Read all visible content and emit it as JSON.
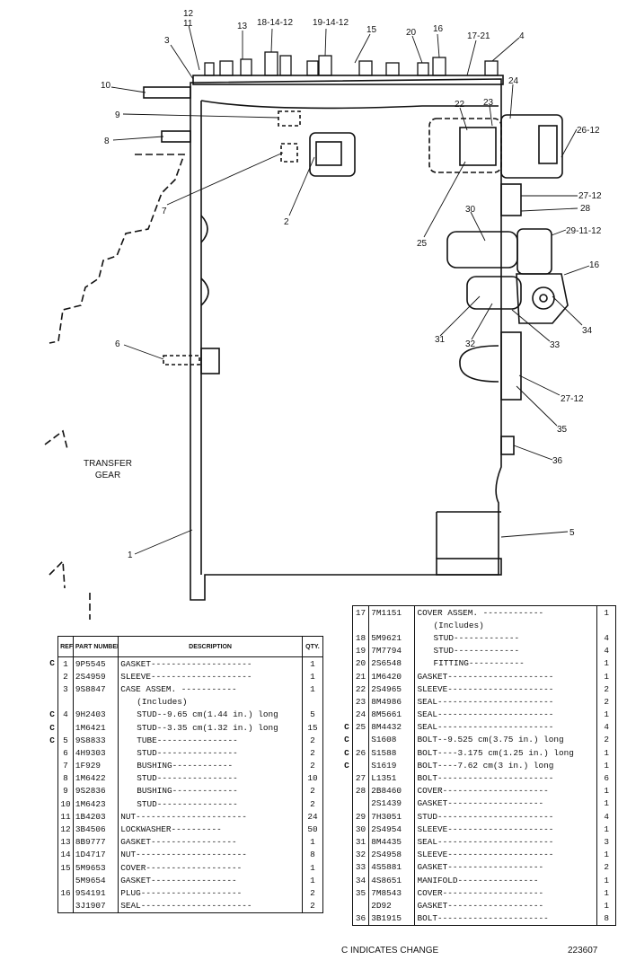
{
  "captions": {
    "transfer_gear": [
      "TRANSFER",
      "GEAR"
    ]
  },
  "callouts": [
    "12",
    "11",
    "3",
    "13",
    "18-14-12",
    "19-14-12",
    "15",
    "20",
    "16",
    "17-21",
    "4",
    "10",
    "9",
    "8",
    "7",
    "2",
    "22",
    "23",
    "24",
    "26-12",
    "27-12",
    "28",
    "25",
    "30",
    "29-11-12",
    "16",
    "34",
    "31",
    "32",
    "33",
    "6",
    "27-12",
    "35",
    "36",
    "5",
    "1"
  ],
  "table_headers": {
    "ref": "REF. NO.",
    "part": "PART NUMBER",
    "desc": "DESCRIPTION",
    "qty": "QTY."
  },
  "left_rows": [
    {
      "mark": "C",
      "ref": "1",
      "part": "9P5545",
      "desc": "GASKET--------------------",
      "qty": "1",
      "ind": 0
    },
    {
      "mark": "",
      "ref": "2",
      "part": "2S4959",
      "desc": "SLEEVE--------------------",
      "qty": "1",
      "ind": 0
    },
    {
      "mark": "",
      "ref": "3",
      "part": "9S8847",
      "desc": "CASE ASSEM. -----------",
      "qty": "1",
      "ind": 0
    },
    {
      "mark": "",
      "ref": "",
      "part": "",
      "desc": "(Includes)",
      "qty": "",
      "ind": 1
    },
    {
      "mark": "C",
      "ref": "4",
      "part": "9H2403",
      "desc": "STUD--9.65 cm(1.44 in.) long",
      "qty": "5",
      "ind": 1
    },
    {
      "mark": "C",
      "ref": "",
      "part": "1M6421",
      "desc": "STUD--3.35 cm(1.32 in.) long",
      "qty": "15",
      "ind": 1
    },
    {
      "mark": "C",
      "ref": "5",
      "part": "9S8833",
      "desc": "TUBE----------------",
      "qty": "2",
      "ind": 1
    },
    {
      "mark": "",
      "ref": "6",
      "part": "4H9303",
      "desc": "STUD----------------",
      "qty": "2",
      "ind": 1
    },
    {
      "mark": "",
      "ref": "7",
      "part": "1F929",
      "desc": "BUSHING------------",
      "qty": "2",
      "ind": 1
    },
    {
      "mark": "",
      "ref": "8",
      "part": "1M6422",
      "desc": "STUD----------------",
      "qty": "10",
      "ind": 1
    },
    {
      "mark": "",
      "ref": "9",
      "part": "9S2836",
      "desc": "BUSHING-------------",
      "qty": "2",
      "ind": 1
    },
    {
      "mark": "",
      "ref": "10",
      "part": "1M6423",
      "desc": "STUD----------------",
      "qty": "2",
      "ind": 1
    },
    {
      "mark": "",
      "ref": "11",
      "part": "1B4203",
      "desc": "NUT----------------------",
      "qty": "24",
      "ind": 0
    },
    {
      "mark": "",
      "ref": "12",
      "part": "3B4506",
      "desc": "LOCKWASHER----------",
      "qty": "50",
      "ind": 0
    },
    {
      "mark": "",
      "ref": "13",
      "part": "8B9777",
      "desc": "GASKET-----------------",
      "qty": "1",
      "ind": 0
    },
    {
      "mark": "",
      "ref": "14",
      "part": "1D4717",
      "desc": "NUT----------------------",
      "qty": "8",
      "ind": 0
    },
    {
      "mark": "",
      "ref": "15",
      "part": "5M9653",
      "desc": "COVER-------------------",
      "qty": "1",
      "ind": 0
    },
    {
      "mark": "",
      "ref": "",
      "part": "5M9654",
      "desc": "GASKET-----------------",
      "qty": "1",
      "ind": 0
    },
    {
      "mark": "",
      "ref": "16",
      "part": "9S4191",
      "desc": "PLUG--------------------",
      "qty": "2",
      "ind": 0
    },
    {
      "mark": "",
      "ref": "",
      "part": "3J1907",
      "desc": "SEAL----------------------",
      "qty": "2",
      "ind": 0
    }
  ],
  "right_rows": [
    {
      "mark": "",
      "ref": "17",
      "part": "7M1151",
      "desc": "COVER ASSEM. ------------",
      "qty": "1",
      "ind": 0
    },
    {
      "mark": "",
      "ref": "",
      "part": "",
      "desc": "(Includes)",
      "qty": "",
      "ind": 1
    },
    {
      "mark": "",
      "ref": "18",
      "part": "5M9621",
      "desc": "STUD-------------",
      "qty": "4",
      "ind": 1
    },
    {
      "mark": "",
      "ref": "19",
      "part": "7M7794",
      "desc": "STUD-------------",
      "qty": "4",
      "ind": 1
    },
    {
      "mark": "",
      "ref": "20",
      "part": "2S6548",
      "desc": "FITTING-----------",
      "qty": "1",
      "ind": 1
    },
    {
      "mark": "",
      "ref": "21",
      "part": "1M6420",
      "desc": "GASKET---------------------",
      "qty": "1",
      "ind": 0
    },
    {
      "mark": "",
      "ref": "22",
      "part": "2S4965",
      "desc": "SLEEVE---------------------",
      "qty": "2",
      "ind": 0
    },
    {
      "mark": "",
      "ref": "23",
      "part": "8M4986",
      "desc": "SEAL-----------------------",
      "qty": "2",
      "ind": 0
    },
    {
      "mark": "",
      "ref": "24",
      "part": "8M5661",
      "desc": "SEAL-----------------------",
      "qty": "1",
      "ind": 0
    },
    {
      "mark": "C",
      "ref": "25",
      "part": "8M4432",
      "desc": "SEAL-----------------------",
      "qty": "4",
      "ind": 0
    },
    {
      "mark": "C",
      "ref": "",
      "part": "S1608",
      "desc": "BOLT--9.525 cm(3.75 in.) long",
      "qty": "2",
      "ind": 0
    },
    {
      "mark": "C",
      "ref": "26",
      "part": "S1588",
      "desc": "BOLT----3.175 cm(1.25 in.) long",
      "qty": "1",
      "ind": 0
    },
    {
      "mark": "C",
      "ref": "",
      "part": "S1619",
      "desc": "BOLT----7.62 cm(3 in.) long",
      "qty": "1",
      "ind": 0
    },
    {
      "mark": "",
      "ref": "27",
      "part": "L1351",
      "desc": "BOLT-----------------------",
      "qty": "6",
      "ind": 0
    },
    {
      "mark": "",
      "ref": "28",
      "part": "2B8460",
      "desc": "COVER---------------------",
      "qty": "1",
      "ind": 0
    },
    {
      "mark": "",
      "ref": "",
      "part": "2S1439",
      "desc": "GASKET-------------------",
      "qty": "1",
      "ind": 0
    },
    {
      "mark": "",
      "ref": "29",
      "part": "7H3051",
      "desc": "STUD-----------------------",
      "qty": "4",
      "ind": 0
    },
    {
      "mark": "",
      "ref": "30",
      "part": "2S4954",
      "desc": "SLEEVE---------------------",
      "qty": "1",
      "ind": 0
    },
    {
      "mark": "",
      "ref": "31",
      "part": "8M4435",
      "desc": "SEAL-----------------------",
      "qty": "3",
      "ind": 0
    },
    {
      "mark": "",
      "ref": "32",
      "part": "2S4958",
      "desc": "SLEEVE---------------------",
      "qty": "1",
      "ind": 0
    },
    {
      "mark": "",
      "ref": "33",
      "part": "4S5881",
      "desc": "GASKET-------------------",
      "qty": "2",
      "ind": 0
    },
    {
      "mark": "",
      "ref": "34",
      "part": "4S8651",
      "desc": "MANIFOLD----------------",
      "qty": "1",
      "ind": 0
    },
    {
      "mark": "",
      "ref": "35",
      "part": "7M8543",
      "desc": "COVER--------------------",
      "qty": "1",
      "ind": 0
    },
    {
      "mark": "",
      "ref": "",
      "part": "2D92",
      "desc": "GASKET-------------------",
      "qty": "1",
      "ind": 0
    },
    {
      "mark": "",
      "ref": "36",
      "part": "3B1915",
      "desc": "BOLT----------------------",
      "qty": "8",
      "ind": 0
    }
  ],
  "footer": {
    "note": "C INDICATES CHANGE",
    "code": "223607"
  }
}
